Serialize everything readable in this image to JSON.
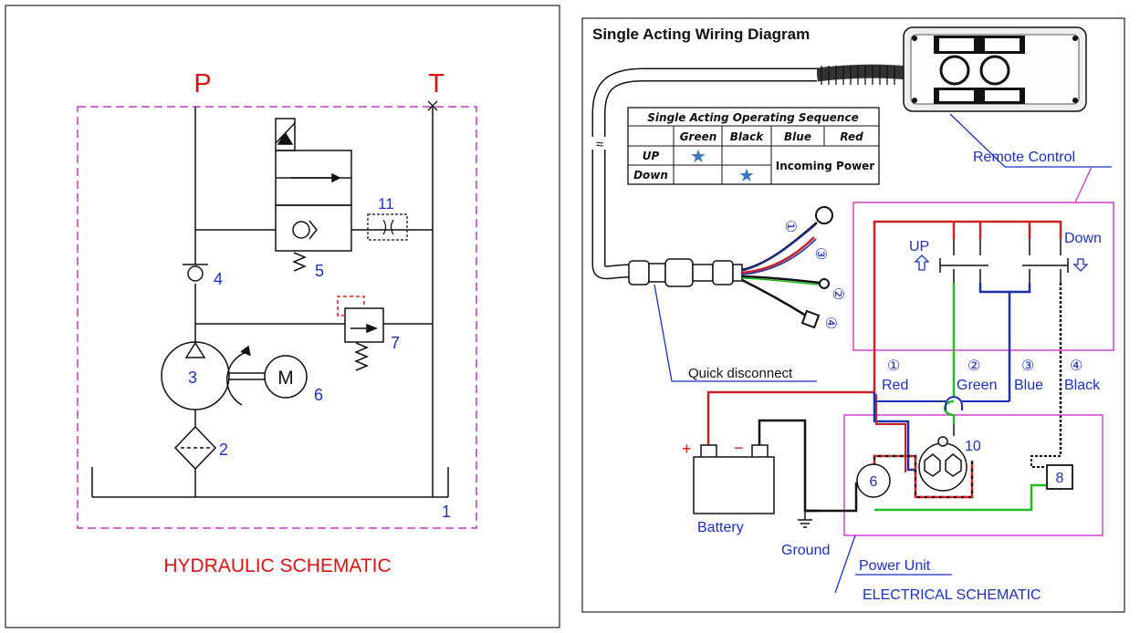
{
  "hydraulic": {
    "title": "HYDRAULIC SCHEMATIC",
    "port_p": "P",
    "port_t": "T",
    "labels": {
      "n1": "1",
      "n2": "2",
      "n3": "3",
      "n4": "4",
      "n5": "5",
      "n6": "6",
      "n7": "7",
      "n11": "11",
      "motor": "M"
    }
  },
  "electrical": {
    "heading": "Single Acting Wiring Diagram",
    "title": "ELECTRICAL SCHEMATIC",
    "remote_control": "Remote Control",
    "quick_disconnect": "Quick disconnect",
    "power_unit": "Power Unit",
    "battery": "Battery",
    "ground": "Ground",
    "plus": "+",
    "minus": "−",
    "up": "UP",
    "down": "Down",
    "wires": [
      {
        "num": "①",
        "name": "Red",
        "color": "#cc2222"
      },
      {
        "num": "②",
        "name": "Green",
        "color": "#22bb22"
      },
      {
        "num": "③",
        "name": "Blue",
        "color": "#1a2fb0"
      },
      {
        "num": "④",
        "name": "Black",
        "color": "#111111"
      }
    ],
    "cable_nums": [
      "①",
      "③",
      "②",
      "④"
    ],
    "component_6": "6",
    "component_8": "8",
    "component_10": "10",
    "break_mark": "≈",
    "table": {
      "title": "Single Acting Operating Sequence",
      "headers": [
        "",
        "Green",
        "Black",
        "Blue",
        "Red"
      ],
      "rows": [
        {
          "label": "UP",
          "green": "★",
          "black": ""
        },
        {
          "label": "Down",
          "green": "",
          "black": "★"
        }
      ],
      "merged": "Incoming Power"
    }
  }
}
